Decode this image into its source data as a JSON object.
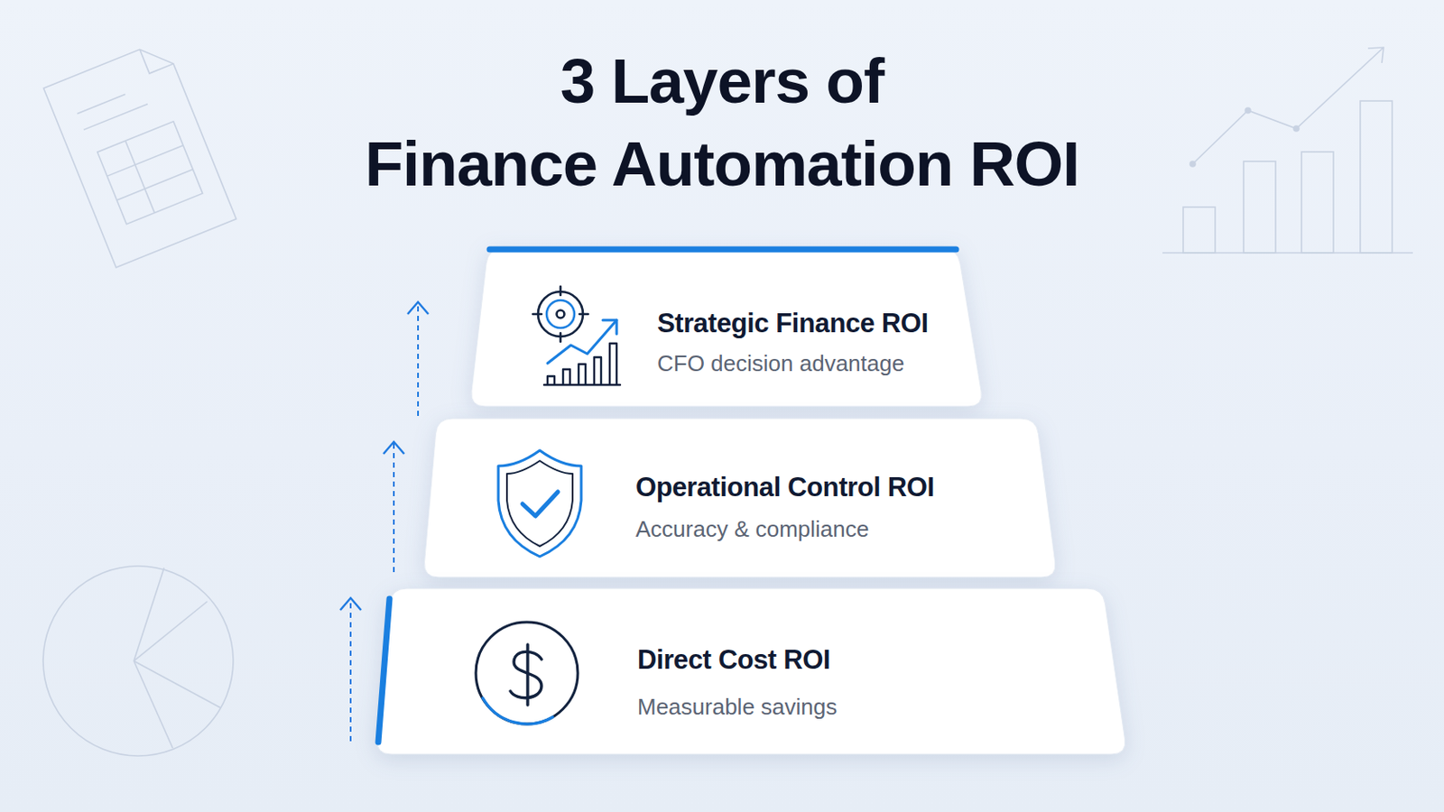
{
  "diagram": {
    "title": "3 Layers of Finance Automation ROI",
    "nodes": [
      {
        "text": [
          "Strategic Finance ROI",
          "CFO decision advantage"
        ]
      },
      {
        "text": [
          "Operational Control ROI",
          "Accuracy & compliance"
        ]
      },
      {
        "text": [
          "Direct Cost ROI",
          "Measurable savings"
        ]
      }
    ]
  }
}
